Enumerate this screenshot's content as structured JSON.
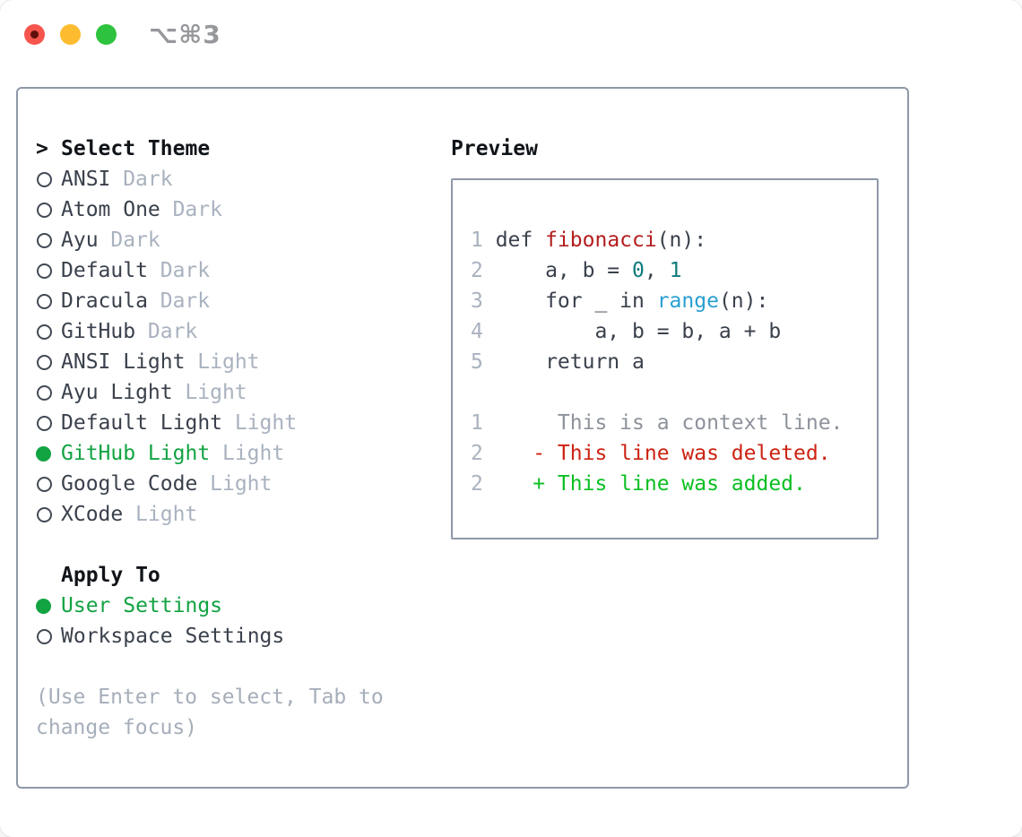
{
  "window": {
    "title": "⌥⌘3",
    "buttons": [
      {
        "name": "close-button",
        "color": "#f5554c"
      },
      {
        "name": "minimize-button",
        "color": "#fdbc2f"
      },
      {
        "name": "zoom-button",
        "color": "#2ec33e"
      }
    ]
  },
  "colors": {
    "accent_green": "#12a342",
    "diff_added_green": "#0abf22",
    "diff_deleted_red": "#cc2212",
    "function_red": "#b31d1d",
    "number_teal": "#0f7b7b",
    "builtin_blue": "#2b9fd3",
    "muted_gray": "#a9b2bf",
    "context_gray": "#8d929b",
    "panel_border": "#8e98a8"
  },
  "theme_picker": {
    "cursor": ">",
    "header": "Select Theme",
    "themes": [
      {
        "label": "ANSI",
        "variant": "Dark",
        "selected": false
      },
      {
        "label": "Atom One",
        "variant": "Dark",
        "selected": false
      },
      {
        "label": "Ayu",
        "variant": "Dark",
        "selected": false
      },
      {
        "label": "Default",
        "variant": "Dark",
        "selected": false
      },
      {
        "label": "Dracula",
        "variant": "Dark",
        "selected": false
      },
      {
        "label": "GitHub",
        "variant": "Dark",
        "selected": false
      },
      {
        "label": "ANSI Light",
        "variant": "Light",
        "selected": false
      },
      {
        "label": "Ayu Light",
        "variant": "Light",
        "selected": false
      },
      {
        "label": "Default Light",
        "variant": "Light",
        "selected": false
      },
      {
        "label": "GitHub Light",
        "variant": "Light",
        "selected": true
      },
      {
        "label": "Google Code",
        "variant": "Light",
        "selected": false
      },
      {
        "label": "XCode",
        "variant": "Light",
        "selected": false
      }
    ]
  },
  "apply_to": {
    "header": "Apply To",
    "options": [
      {
        "label": "User Settings",
        "selected": true
      },
      {
        "label": "Workspace Settings",
        "selected": false
      }
    ]
  },
  "hint_lines": [
    "(Use Enter to select, Tab to",
    "change focus)"
  ],
  "preview": {
    "header": "Preview",
    "code_lines": [
      {
        "num": "1",
        "tokens": [
          [
            "def ",
            "text"
          ],
          [
            "fibonacci",
            "func"
          ],
          [
            "(n):",
            "text"
          ]
        ]
      },
      {
        "num": "2",
        "tokens": [
          [
            "    a, b = ",
            "text"
          ],
          [
            "0",
            "num"
          ],
          [
            ", ",
            "text"
          ],
          [
            "1",
            "num"
          ]
        ]
      },
      {
        "num": "3",
        "tokens": [
          [
            "    for _ in ",
            "text"
          ],
          [
            "range",
            "builtin"
          ],
          [
            "(n):",
            "text"
          ]
        ]
      },
      {
        "num": "4",
        "tokens": [
          [
            "        a, b = b, a + b",
            "text"
          ]
        ]
      },
      {
        "num": "5",
        "tokens": [
          [
            "    return a",
            "text"
          ]
        ]
      }
    ],
    "diff_lines": [
      {
        "num": "1",
        "tokens": [
          [
            "     This is a context line.",
            "ctx"
          ]
        ]
      },
      {
        "num": "2",
        "tokens": [
          [
            "   - This line was deleted.",
            "del"
          ]
        ]
      },
      {
        "num": "2",
        "tokens": [
          [
            "   + This line was added.",
            "add"
          ]
        ]
      }
    ]
  }
}
